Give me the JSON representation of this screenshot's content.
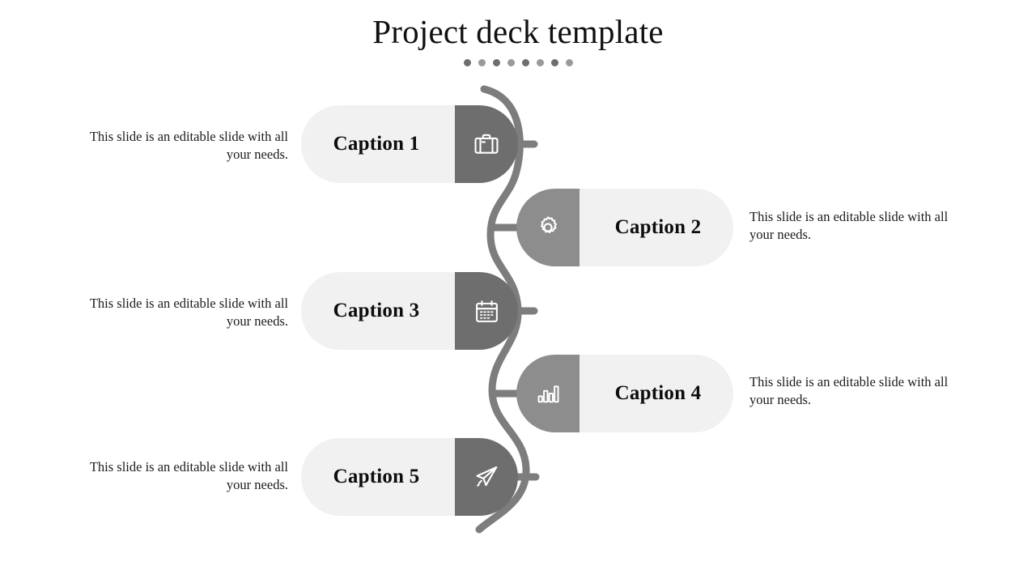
{
  "slide": {
    "title": "Project deck template",
    "background_color": "#ffffff"
  },
  "decor": {
    "dots": [
      {
        "color": "#6e6e6e"
      },
      {
        "color": "#9a9a9a"
      },
      {
        "color": "#6e6e6e"
      },
      {
        "color": "#9a9a9a"
      },
      {
        "color": "#6e6e6e"
      },
      {
        "color": "#9a9a9a"
      },
      {
        "color": "#6e6e6e"
      },
      {
        "color": "#9a9a9a"
      }
    ]
  },
  "theme": {
    "capsule_light": "#f1f1f1",
    "icon_pad_dark": "#6e6e6e",
    "icon_pad_mid": "#8d8d8d",
    "connector_line": "#7d7d7d",
    "caption_text": "#0d0d0d",
    "body_text": "#1c1c1c"
  },
  "steps": [
    {
      "caption": "Caption 1",
      "description": "This slide is an editable slide with all your needs.",
      "icon": "briefcase-icon",
      "side": "left"
    },
    {
      "caption": "Caption 2",
      "description": "This slide is an editable slide with all your needs.",
      "icon": "gear-icon",
      "side": "right"
    },
    {
      "caption": "Caption 3",
      "description": "This slide is an editable slide with all your needs.",
      "icon": "calendar-icon",
      "side": "left"
    },
    {
      "caption": "Caption 4",
      "description": "This slide is an editable slide with all your needs.",
      "icon": "bar-chart-icon",
      "side": "right"
    },
    {
      "caption": "Caption 5",
      "description": "This slide is an editable slide with all your needs.",
      "icon": "paper-plane-icon",
      "side": "left"
    }
  ]
}
